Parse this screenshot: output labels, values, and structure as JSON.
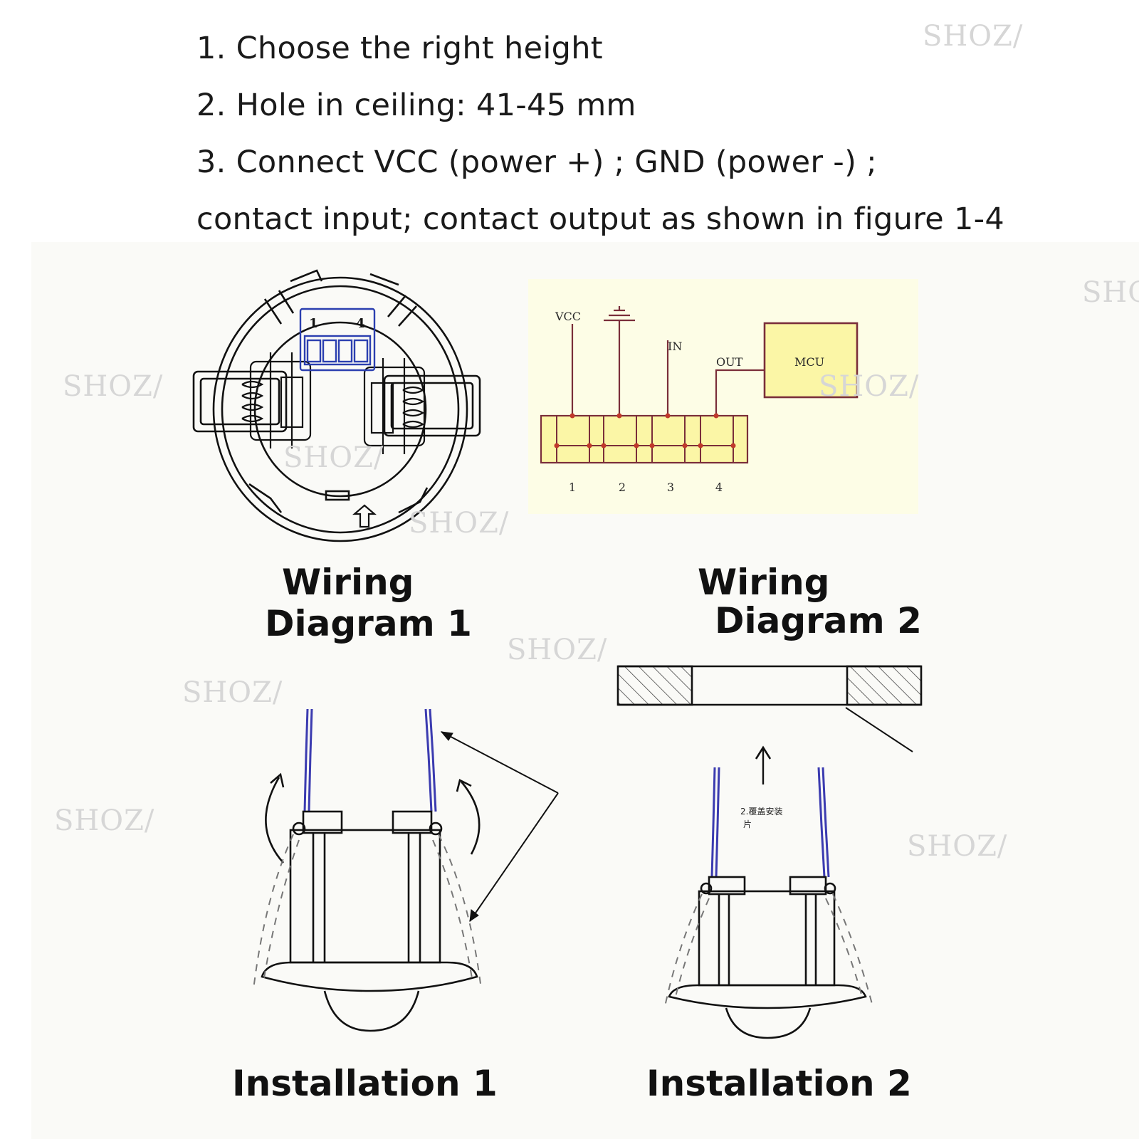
{
  "instructions": [
    "1. Choose the right height",
    "2. Hole in ceiling: 41-45 mm",
    "3. Connect VCC (power +) ; GND (power -) ;",
    "contact input; contact output as shown in figure 1-4"
  ],
  "captions": {
    "wiring1_line1": "Wiring",
    "wiring1_line2": "Diagram 1",
    "wiring2_line1": "Wiring",
    "wiring2_line2": "Diagram 2",
    "install1": "Installation 1",
    "install2": "Installation 2"
  },
  "module": {
    "pin_first": "1",
    "pin_last": "4"
  },
  "schematic": {
    "vcc": "VCC",
    "in": "IN",
    "out": "OUT",
    "mcu": "MCU",
    "pins": [
      "1",
      "2",
      "3",
      "4"
    ]
  },
  "install2_note_line1": "2.覆盖安装",
  "install2_note_line2": "片",
  "watermark": "SHOZ/",
  "colors": {
    "schematic_bg": "#fdfde6",
    "terminal_fill": "#fbf6a6",
    "wire": "#7a2e3a",
    "lead_wire": "#3b3bb0"
  }
}
